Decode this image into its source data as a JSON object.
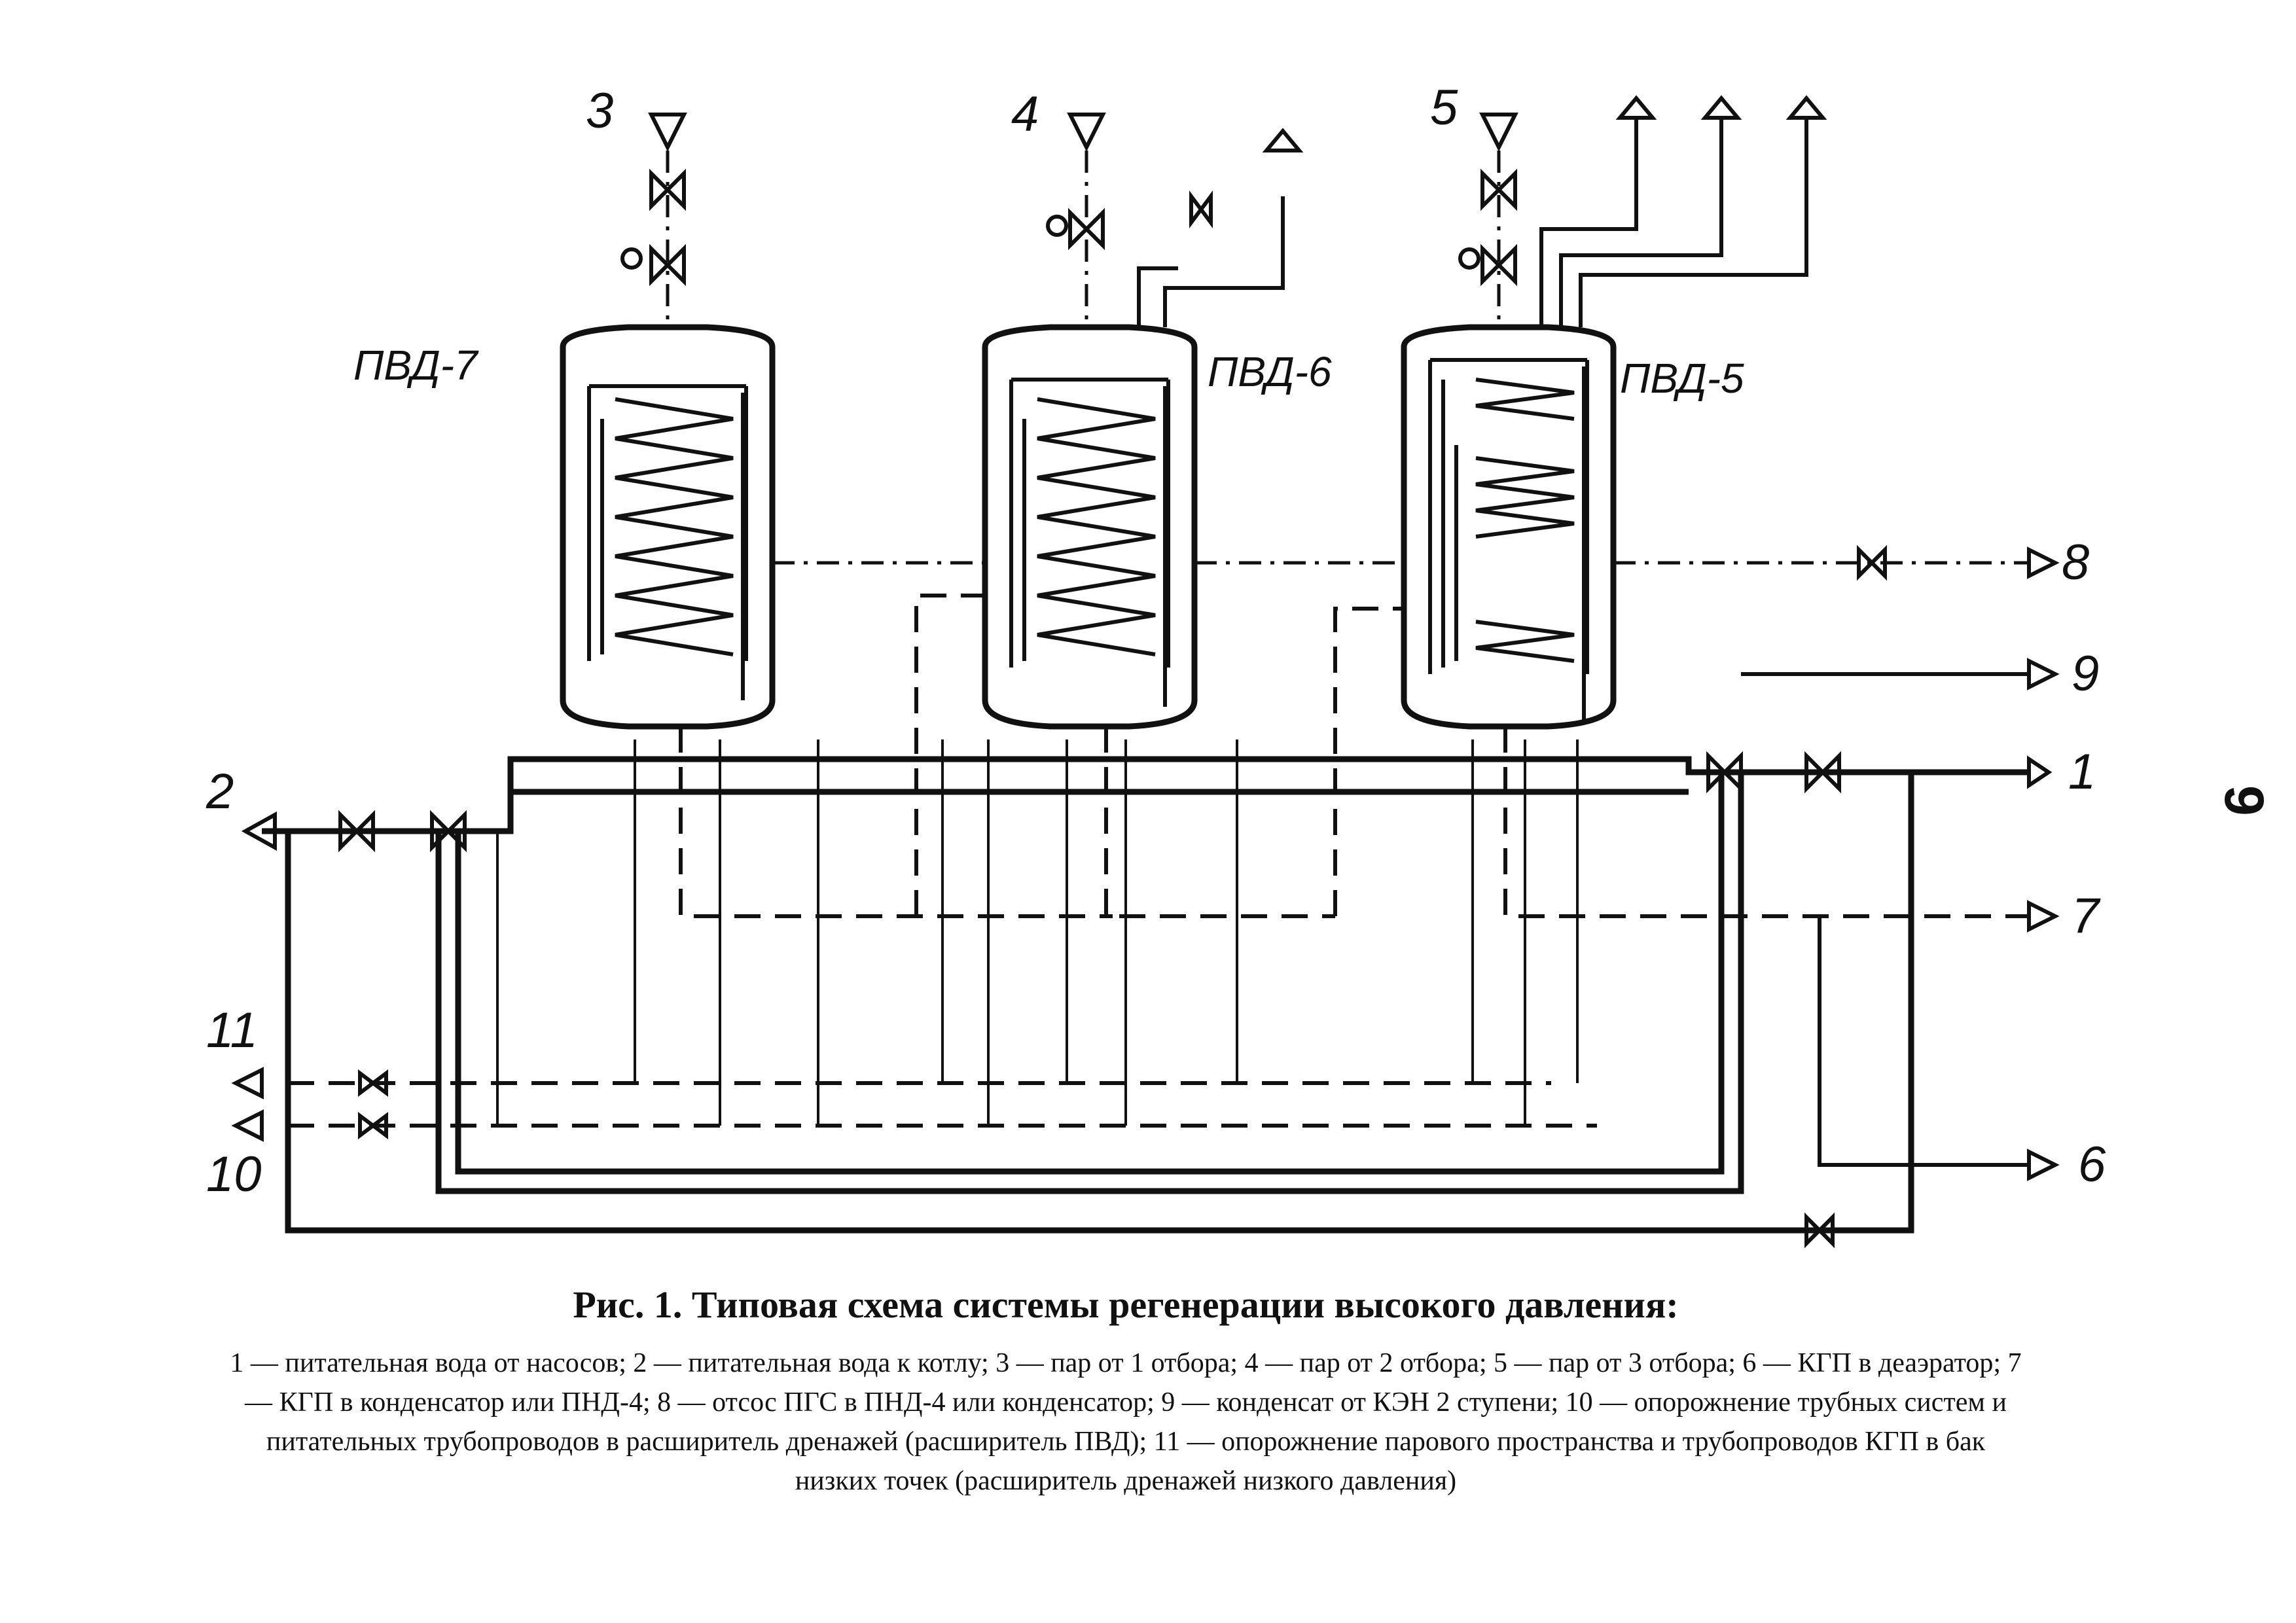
{
  "heaters": [
    {
      "label": "ПВД-7"
    },
    {
      "label": "ПВД-6"
    },
    {
      "label": "ПВД-5"
    }
  ],
  "line_numbers": {
    "n1": "1",
    "n2": "2",
    "n3": "3",
    "n4": "4",
    "n5": "5",
    "n6": "6",
    "n7": "7",
    "n8": "8",
    "n9": "9",
    "n10": "10",
    "n11": "11"
  },
  "page_number": "9",
  "caption": {
    "title": "Рис. 1. Типовая схема системы регенерации высокого давления:",
    "legend": "1 — питательная вода от насосов; 2 — питательная вода к котлу; 3 — пар от 1 отбора; 4 — пар от 2 отбора; 5 — пар от 3 отбора; 6 — КГП в деаэратор; 7 — КГП в конденсатор или ПНД-4; 8 — отсос ПГС в ПНД-4 или конденсатор; 9 — конденсат от КЭН 2 ступени; 10 — опорожнение трубных систем и питательных трубопроводов в расширитель дренажей (расширитель ПВД); 11 — опорожнение парового пространства и трубопроводов КГП в бак низких точек (расширитель дренажей низкого давления)"
  }
}
